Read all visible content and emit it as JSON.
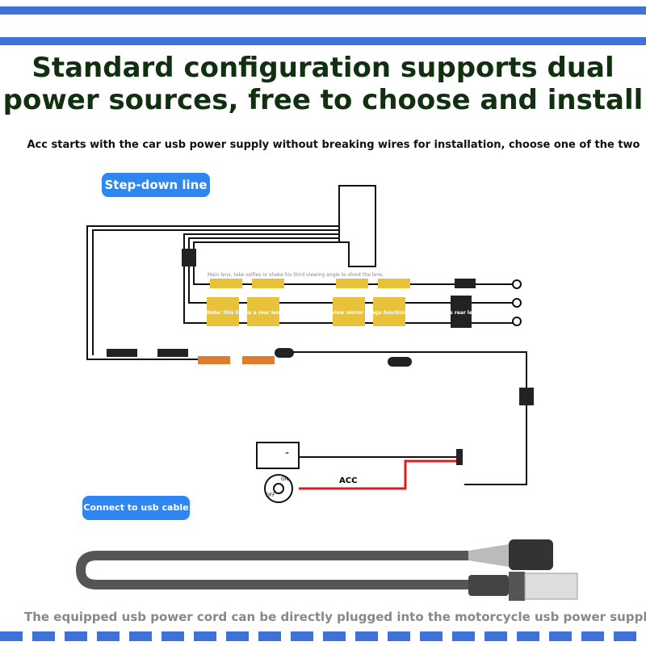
{
  "title": "Standard configuration supports dual power sources, free to choose and install",
  "subtitle": "Acc starts with the car usb power supply without breaking wires for installation, choose one of the two",
  "step_down_label": "Step-down line",
  "main_lens_note": "Main lens, take selfies or shake his third viewing angle to shoot the lens.",
  "rear_lens_note": "Note: this line is a rear lens line, and the rearview mirror image function only acts on this rear lens line.",
  "battery_sign": "-",
  "acc_label": "ACC",
  "switch_on": "ON",
  "switch_off": "OFF",
  "usb_label": "Connect to usb cable",
  "footer": "The equipped usb power cord can be directly plugged into the motorcycle usb power supply",
  "colors": {
    "accent": "#3f72d8",
    "pill": "#2e86f0",
    "title": "#10300f",
    "yellow": "#e8c23a",
    "orange": "#e07a2e",
    "acc_wire": "#d42020"
  }
}
